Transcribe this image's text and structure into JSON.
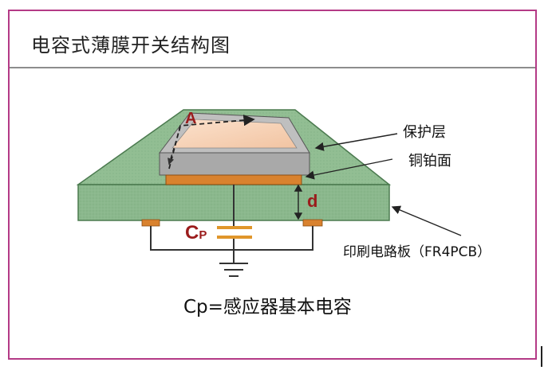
{
  "title": "电容式薄膜开关结构图",
  "labels": {
    "protective_layer": "保护层",
    "copper_foil": "铜铂面",
    "pcb": "印刷电路板（FR4PCB）",
    "point_a": "A",
    "distance_d": "d",
    "cp_symbol": "C",
    "cp_sub": "P",
    "formula": "Cp=感应器基本电容"
  },
  "colors": {
    "board_fill": "#8bb88d",
    "board_edge": "#4b7a4f",
    "copper": "#d9822e",
    "overlay_top": "#f8d7bd",
    "overlay_frame": "#bdbdbd",
    "label_red": "#9b1c1c",
    "wire": "#333333",
    "frame": "#b43a86"
  }
}
